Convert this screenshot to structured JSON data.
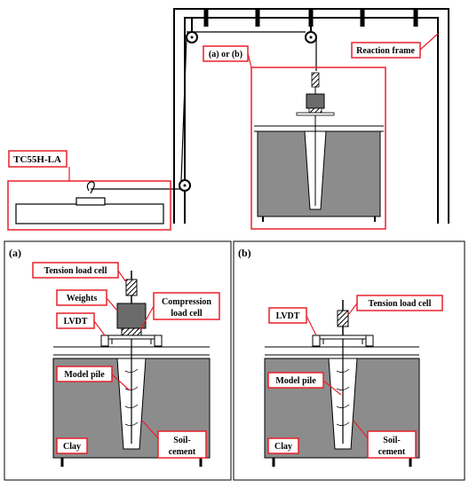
{
  "labels": {
    "tc55h": "TC55H-LA",
    "a_or_b": "(a) or (b)",
    "reaction_frame": "Reaction frame",
    "panel_a_tag": "(a)",
    "panel_b_tag": "(b)",
    "tension_load_cell": "Tension load cell",
    "weights": "Weights",
    "compression_line1": "Compression",
    "compression_line2": "load cell",
    "lvdt": "LVDT",
    "model_pile": "Model pile",
    "clay": "Clay",
    "soil_line1": "Soil-",
    "soil_line2": "cement"
  },
  "colors": {
    "label_border": "#e8202a",
    "soil_fill": "#8c8c8c",
    "pile_fill": "#ffffff",
    "weight_fill": "#6b6b6b",
    "line": "#000000"
  }
}
